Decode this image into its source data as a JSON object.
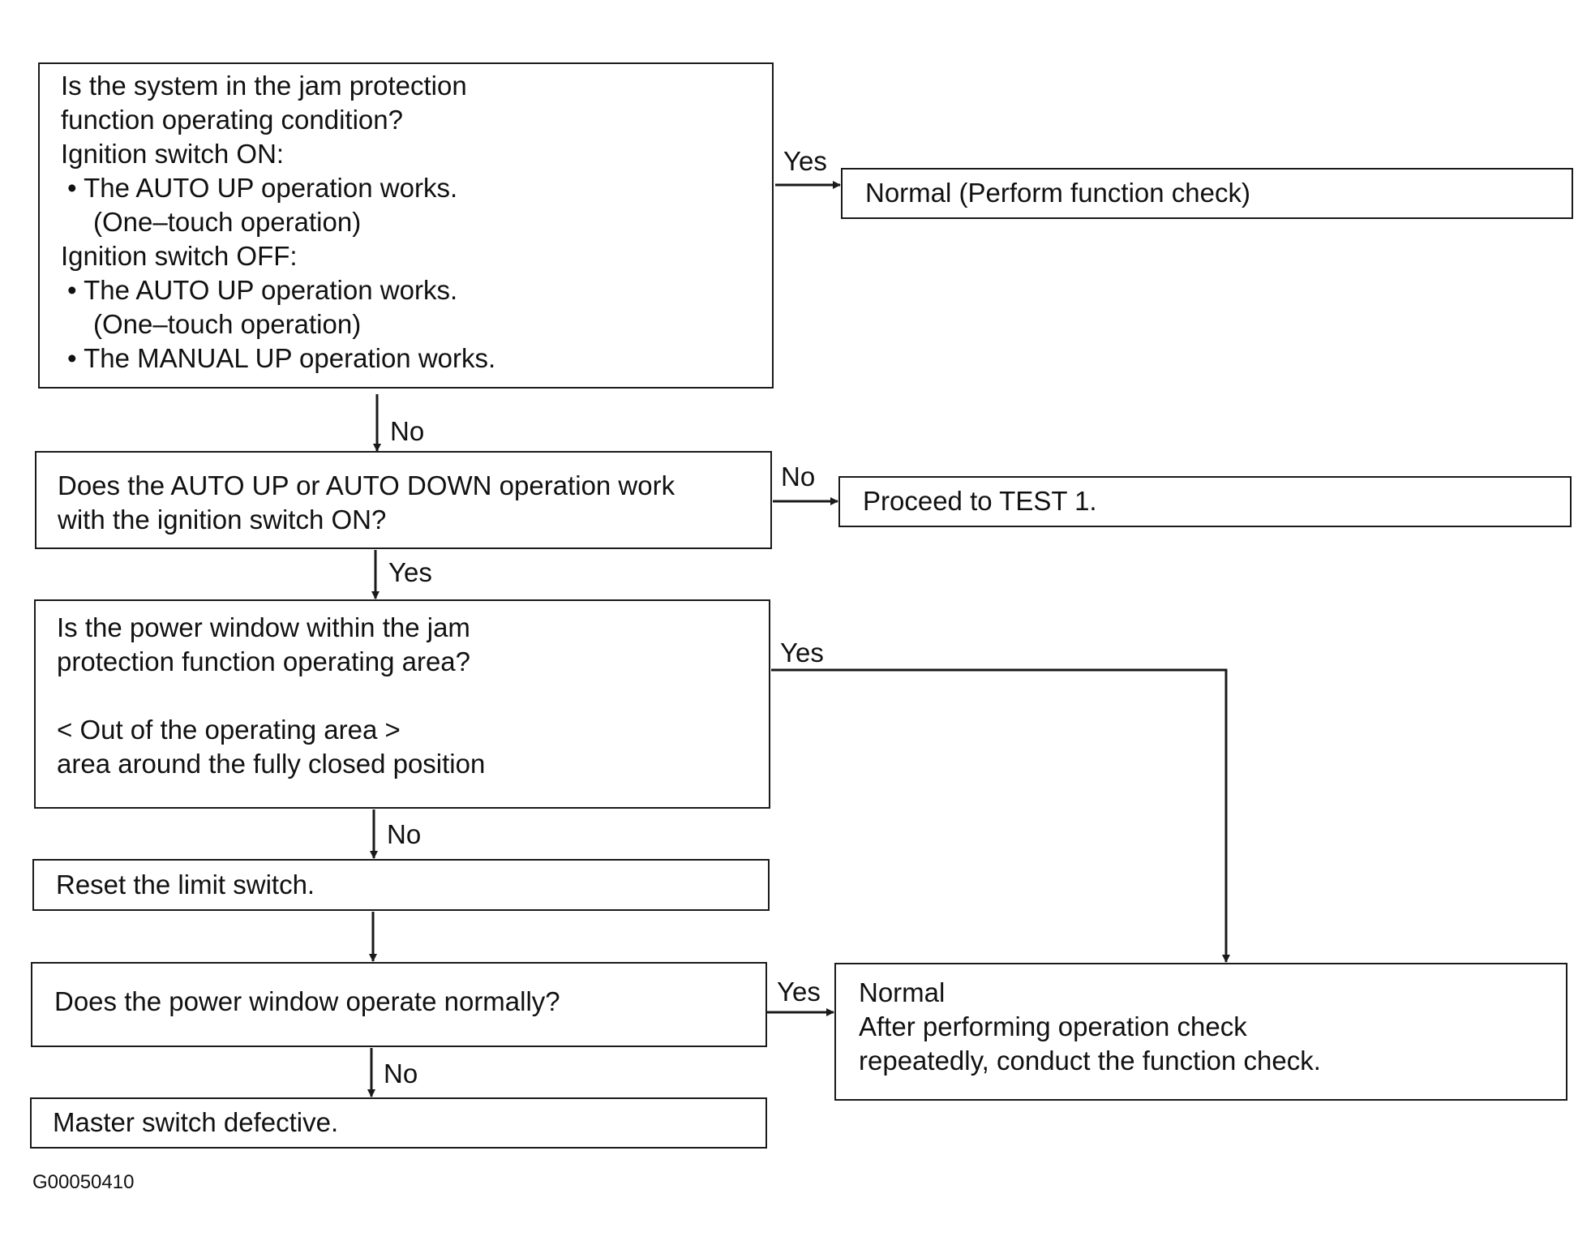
{
  "flowchart": {
    "q1": {
      "lines": [
        "Is the system in the jam protection",
        "function operating condition?",
        "Ignition switch ON:",
        "• The AUTO UP operation works.",
        "(One–touch operation)",
        "Ignition switch OFF:",
        "• The AUTO UP operation works.",
        "(One–touch operation)",
        "• The MANUAL UP operation works."
      ]
    },
    "r1": {
      "text": "Normal (Perform function check)"
    },
    "q2": {
      "lines": [
        "Does the AUTO UP or AUTO DOWN operation work",
        "with the ignition switch ON?"
      ]
    },
    "r2": {
      "text": "Proceed to TEST 1."
    },
    "q3": {
      "lines": [
        "Is the power window within the jam",
        "protection function operating area?",
        "",
        "< Out of the operating area >",
        "area around the fully closed position"
      ]
    },
    "a4": {
      "text": "Reset the limit switch."
    },
    "q5": {
      "text": "Does the power window operate normally?"
    },
    "r5": {
      "lines": [
        "Normal",
        "After performing operation check",
        "repeatedly, conduct the function check."
      ]
    },
    "a6": {
      "text": "Master switch defective."
    },
    "edge_labels": {
      "q1_yes": "Yes",
      "q1_no": "No",
      "q2_no": "No",
      "q2_yes": "Yes",
      "q3_yes": "Yes",
      "q3_no": "No",
      "q5_yes": "Yes",
      "q5_no": "No"
    },
    "figure_code": "G00050410"
  }
}
